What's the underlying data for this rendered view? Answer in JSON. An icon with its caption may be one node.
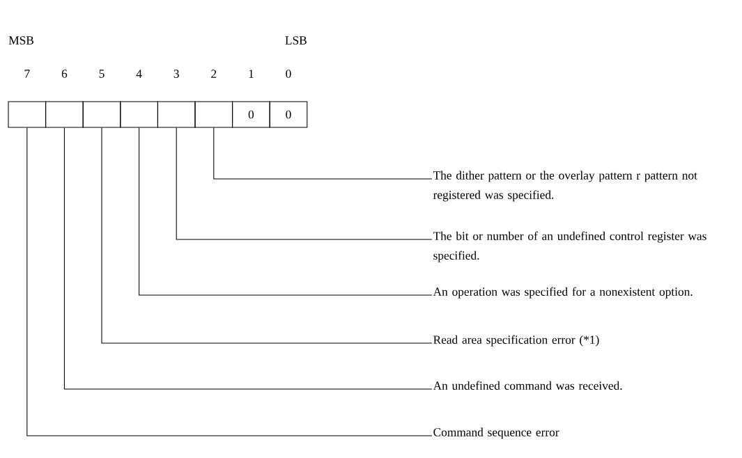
{
  "diagram": {
    "nodes": [
      {
        "text": [],
        "shape": "box"
      },
      {
        "text": [],
        "shape": "box"
      },
      {
        "text": [],
        "shape": "box"
      },
      {
        "text": [],
        "shape": "box"
      },
      {
        "text": [],
        "shape": "box"
      },
      {
        "text": [],
        "shape": "box"
      },
      {
        "text": [
          "0"
        ]
      },
      {
        "text": [
          "0"
        ]
      },
      {
        "text": [
          "The dither pattern or the overlay pattern r pattern not registered was specified."
        ]
      },
      {
        "text": [
          "The bit or number of an undefined control register was specified."
        ]
      },
      {
        "text": [
          "An operation was specified for a nonexistent option."
        ]
      },
      {
        "text": [
          "Read area specification error  (*1)"
        ]
      },
      {
        "text": [
          "An undefined command was received."
        ]
      },
      {
        "text": [
          "Command sequence error"
        ]
      }
    ],
    "edges": [
      {
        "from": 5,
        "to": 8,
        "arrow": "none"
      },
      {
        "from": 4,
        "to": 9,
        "arrow": "none"
      },
      {
        "from": 3,
        "to": 10,
        "arrow": "none"
      },
      {
        "from": 2,
        "to": 11,
        "arrow": "none"
      },
      {
        "from": 1,
        "to": 12,
        "arrow": "none"
      },
      {
        "from": 0,
        "to": 13,
        "arrow": "none"
      }
    ],
    "labels": [
      "MSB",
      "LSB",
      "7",
      "6",
      "5",
      "4",
      "3",
      "2",
      "1",
      "0"
    ]
  }
}
